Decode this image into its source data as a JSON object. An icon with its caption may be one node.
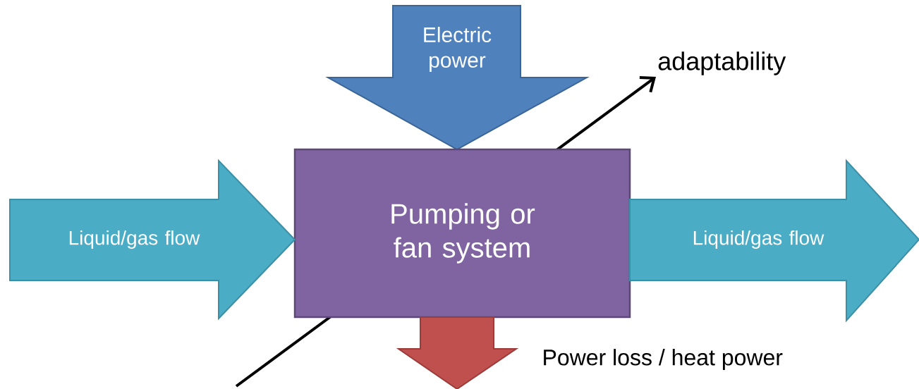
{
  "diagram": {
    "nodes": [
      {
        "text": [
          "Electric power"
        ]
      },
      {
        "text": [
          "Pumping or fan system"
        ]
      },
      {
        "text": [
          "Liquid/gas flow"
        ]
      },
      {
        "text": [
          "Liquid/gas flow"
        ]
      },
      {
        "text": [],
        "shape": "arrow",
        "beside": [
          "Power loss / heat power"
        ]
      },
      {
        "text": [
          "adaptability"
        ]
      }
    ],
    "edges": [
      {
        "from": null,
        "to": 5,
        "arrow": "to"
      }
    ]
  }
}
